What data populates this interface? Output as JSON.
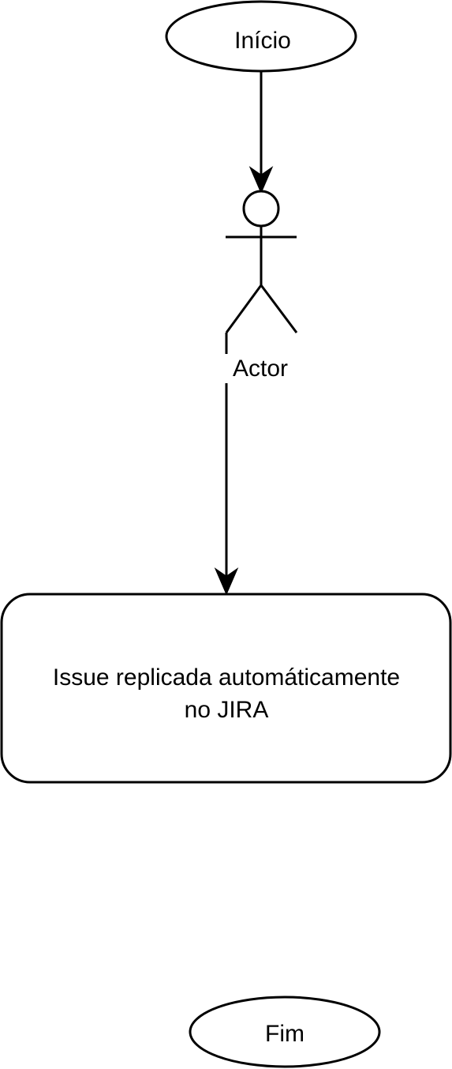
{
  "diagram": {
    "start_label": "Início",
    "actor_label": "Actor",
    "process_label_line1": "Issue replicada automáticamente",
    "process_label_line2": "no JIRA",
    "end_label": "Fim"
  },
  "colors": {
    "stroke": "#000000",
    "fill": "#ffffff",
    "text": "#000000"
  }
}
